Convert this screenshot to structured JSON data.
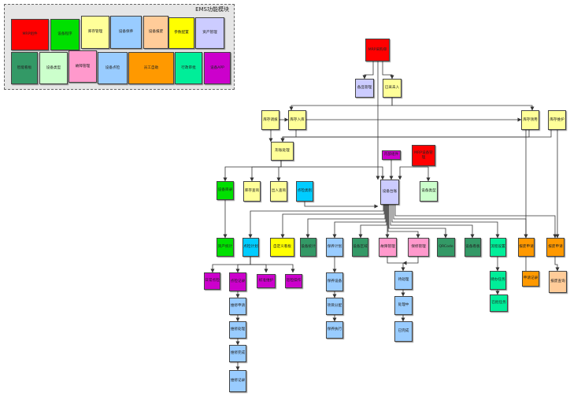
{
  "legend_title": "EMS功能模块",
  "colors": {
    "red": "#ff0000",
    "green": "#00e000",
    "lightyellow": "#ffff99",
    "lightblue": "#99ccff",
    "peach": "#ffcc99",
    "yellow": "#ffff00",
    "lavender": "#ccccff",
    "darkgreen": "#339966",
    "mint": "#ccffcc",
    "pink": "#ff99cc",
    "orange": "#ff9900",
    "springgreen": "#00ee99",
    "purple": "#cc00cc",
    "cyan": "#00ccff",
    "border": "#444444",
    "line": "#333333"
  },
  "legend_items": [
    {
      "label": "MRP组件",
      "color": "#ff0000"
    },
    {
      "label": "设备程序",
      "color": "#00e000"
    },
    {
      "label": "库存管理",
      "color": "#ffff99"
    },
    {
      "label": "设备保养",
      "color": "#99ccff"
    },
    {
      "label": "设备报废",
      "color": "#ffcc99"
    },
    {
      "label": "参数配置",
      "color": "#ffff00"
    },
    {
      "label": "资产管理",
      "color": "#ccccff"
    },
    {
      "label": "智能看板",
      "color": "#339966"
    },
    {
      "label": "设备类型",
      "color": "#ccffcc"
    },
    {
      "label": "故障管理",
      "color": "#ff99cc"
    },
    {
      "label": "设备点检",
      "color": "#99ccff"
    },
    {
      "label": "员工自助",
      "color": "#ff9900"
    },
    {
      "label": "行政审批",
      "color": "#00ee99"
    },
    {
      "label": "设备APP",
      "color": "#cc00cc"
    }
  ],
  "nodes": {
    "mrp_top": {
      "label": "MRP采购单",
      "color": "#ff0000"
    },
    "dept_mgmt": {
      "label": "备品管理",
      "color": "#ccccff"
    },
    "received": {
      "label": "已采未入",
      "color": "#ffff99"
    },
    "stock_transfer": {
      "label": "库存调拨",
      "color": "#ffff99"
    },
    "stock_in": {
      "label": "库存入库",
      "color": "#ffff99"
    },
    "stock_use": {
      "label": "库存领用",
      "color": "#ffff99"
    },
    "stock_maint": {
      "label": "库存维护",
      "color": "#ffff99"
    },
    "account": {
      "label": "形账处理",
      "color": "#ffff99"
    },
    "purple_small": {
      "label": "内部组件",
      "color": "#cc00cc"
    },
    "mrp_device": {
      "label": "MRP设备管理",
      "color": "#ff0000"
    },
    "device_record": {
      "label": "设备目录",
      "color": "#00e000"
    },
    "stock_query": {
      "label": "库存查询",
      "color": "#ffff99"
    },
    "in_out_query": {
      "label": "出入查询",
      "color": "#ffff99"
    },
    "cyan_top": {
      "label": "点检类别",
      "color": "#00ccff"
    },
    "device_ledger": {
      "label": "设备台账",
      "color": "#ccccff"
    },
    "device_type": {
      "label": "设备类型",
      "color": "#ccffcc"
    },
    "asset_stat": {
      "label": "资产统计",
      "color": "#00e000"
    },
    "inspect_plan": {
      "label": "点检计划",
      "color": "#00ccff"
    },
    "custom_report": {
      "label": "自定义看板",
      "color": "#ffff00"
    },
    "kanban1": {
      "label": "设备统计",
      "color": "#339966"
    },
    "maint_plan": {
      "label": "保养计划",
      "color": "#99ccff"
    },
    "kanban2": {
      "label": "设备区域",
      "color": "#339966"
    },
    "fault_mgmt": {
      "label": "故障管理",
      "color": "#ff99cc"
    },
    "repair_mgmt": {
      "label": "保修管理",
      "color": "#ff99cc"
    },
    "qrcode": {
      "label": "QRCode",
      "color": "#339966"
    },
    "kanban3": {
      "label": "设备看板",
      "color": "#339966"
    },
    "workflow": {
      "label": "流程设置",
      "color": "#00ee99"
    },
    "scrap_apply": {
      "label": "报废申请",
      "color": "#ff9900"
    },
    "scrap_mgmt": {
      "label": "报废申请",
      "color": "#ff9900"
    },
    "app1": {
      "label": "日常点检",
      "color": "#cc00cc"
    },
    "inspect_rec": {
      "label": "点检记录",
      "color": "#cc00cc"
    },
    "app3": {
      "label": "标准维护",
      "color": "#cc00cc"
    },
    "app4": {
      "label": "巡检操作",
      "color": "#cc00cc"
    },
    "maint_device": {
      "label": "保养设备",
      "color": "#99ccff"
    },
    "pending": {
      "label": "待处理",
      "color": "#99ccff"
    },
    "my_tasks": {
      "label": "待办任务",
      "color": "#00ee99"
    },
    "apply_rec": {
      "label": "申请记录",
      "color": "#ff9900"
    },
    "scrap_query": {
      "label": "报废查询",
      "color": "#ffcc99"
    },
    "repair_apply": {
      "label": "维修申请",
      "color": "#99ccff"
    },
    "item_assign": {
      "label": "项目分配",
      "color": "#99ccff"
    },
    "processing": {
      "label": "处理中",
      "color": "#99ccff"
    },
    "done_tasks": {
      "label": "已批任务",
      "color": "#00ee99"
    },
    "repair_proc": {
      "label": "维修处理",
      "color": "#99ccff"
    },
    "maint_exec": {
      "label": "保养执行",
      "color": "#99ccff"
    },
    "completed": {
      "label": "已完成",
      "color": "#99ccff"
    },
    "repair_done": {
      "label": "维修完成",
      "color": "#99ccff"
    },
    "repair_rec": {
      "label": "维修记录",
      "color": "#99ccff"
    }
  }
}
